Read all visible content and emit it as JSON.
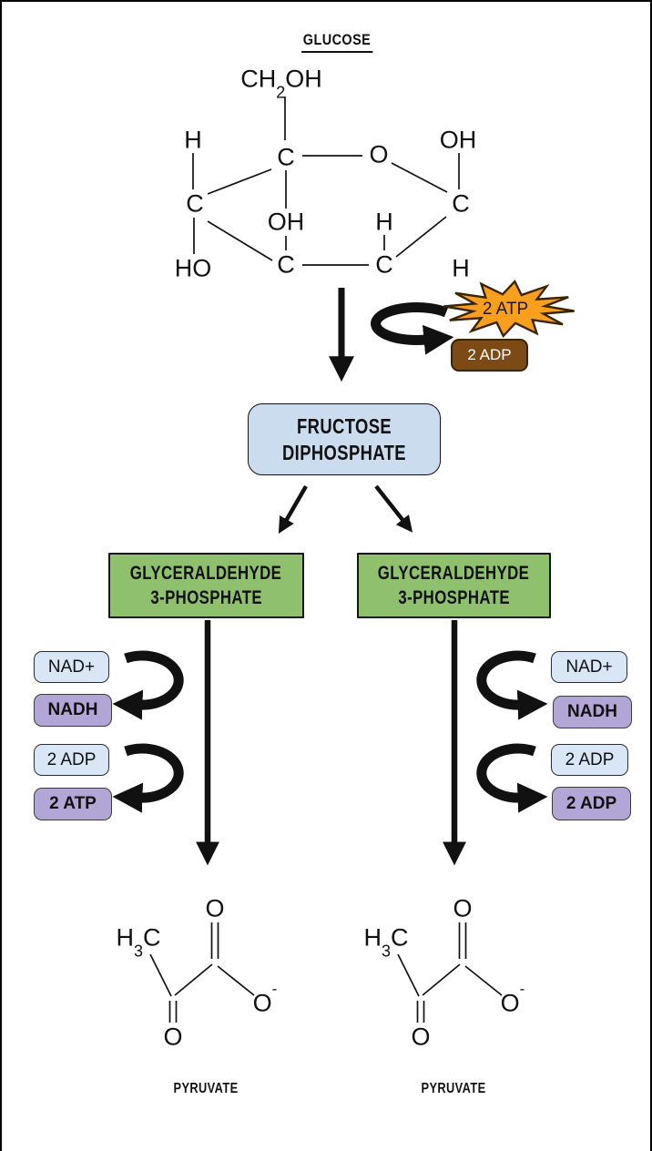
{
  "colors": {
    "frame_black": "#000000",
    "ink": "#111111",
    "box_blue": "#cbdcef",
    "box_blue_light": "#d8e6f6",
    "box_purple": "#b1a6d6",
    "box_green": "#8ec06e",
    "star_orange": "#f8a01e",
    "star_outline": "#3a2503",
    "adp_brown": "#7b4a15",
    "adp_text": "#ffffff"
  },
  "glucose": {
    "title": "GLUCOSE",
    "formula": {
      "pre": "CH",
      "sub": "2",
      "post": "OH"
    },
    "atoms": {
      "c_top": "C",
      "o_ring": "O",
      "h_top_left": "H",
      "oh_top_right": "OH",
      "c_left": "C",
      "c_right": "C",
      "oh_middle": "OH",
      "h_middle": "H",
      "ho_bottom_left": "HO",
      "c_bottom_middle": "C",
      "c_bottom_right": "C",
      "h_bottom_right": "H"
    }
  },
  "energy_investment": {
    "atp": "2 ATP",
    "adp": "2 ADP"
  },
  "fructose_diphosphate": {
    "line1": "FRUCTOSE",
    "line2": "DIPHOSPHATE"
  },
  "glyceraldehyde_3_phosphate": {
    "line1": "GLYCERALDEHYDE",
    "line2": "3-PHOSPHATE"
  },
  "left_cycle": {
    "input_top": "NAD+",
    "output_top": "NADH",
    "input_bottom": "2 ADP",
    "output_bottom": "2 ATP"
  },
  "right_cycle": {
    "input_top": "NAD+",
    "output_top": "NADH",
    "input_bottom": "2 ADP",
    "output_bottom": "2 ADP"
  },
  "pyruvate": {
    "methyl": {
      "pre": "H",
      "sub": "3",
      "post": "C"
    },
    "o_top": "O",
    "o_bottom": "O",
    "o_minus": {
      "base": "O",
      "sup": "-"
    },
    "label": "PYRUVATE"
  }
}
